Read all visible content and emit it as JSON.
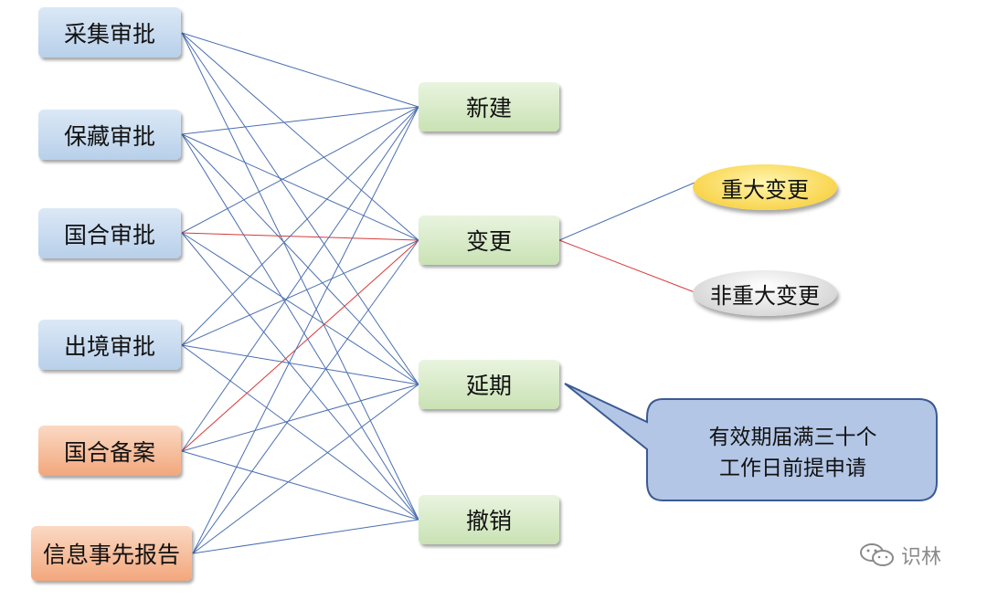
{
  "left_nodes": [
    {
      "id": "caiji",
      "label": "采集审批"
    },
    {
      "id": "baocang",
      "label": "保藏审批"
    },
    {
      "id": "guohe_shenpi",
      "label": "国合审批"
    },
    {
      "id": "chujing",
      "label": "出境审批"
    },
    {
      "id": "guohe_beian",
      "label": "国合备案"
    },
    {
      "id": "xinxi",
      "label": "信息事先报告"
    }
  ],
  "middle_nodes": [
    {
      "id": "xinjian",
      "label": "新建"
    },
    {
      "id": "biangeng",
      "label": "变更"
    },
    {
      "id": "yanqi",
      "label": "延期"
    },
    {
      "id": "chexiao",
      "label": "撤销"
    }
  ],
  "right_nodes": [
    {
      "id": "zhongda",
      "label": "重大变更"
    },
    {
      "id": "feizhongda",
      "label": "非重大变更"
    }
  ],
  "callout": {
    "line1": "有效期届满三十个",
    "line2": "工作日前提申请"
  },
  "colors": {
    "line_blue": "#4a6fb0",
    "line_red": "#d83a3a",
    "callout_fill": "#b3c6e6",
    "callout_border": "#3b5a93"
  },
  "highlight_links": [
    [
      "guohe_shenpi",
      "biangeng"
    ],
    [
      "guohe_beian",
      "biangeng"
    ]
  ],
  "watermark": {
    "icon": "wechat-icon",
    "text": "识林"
  }
}
